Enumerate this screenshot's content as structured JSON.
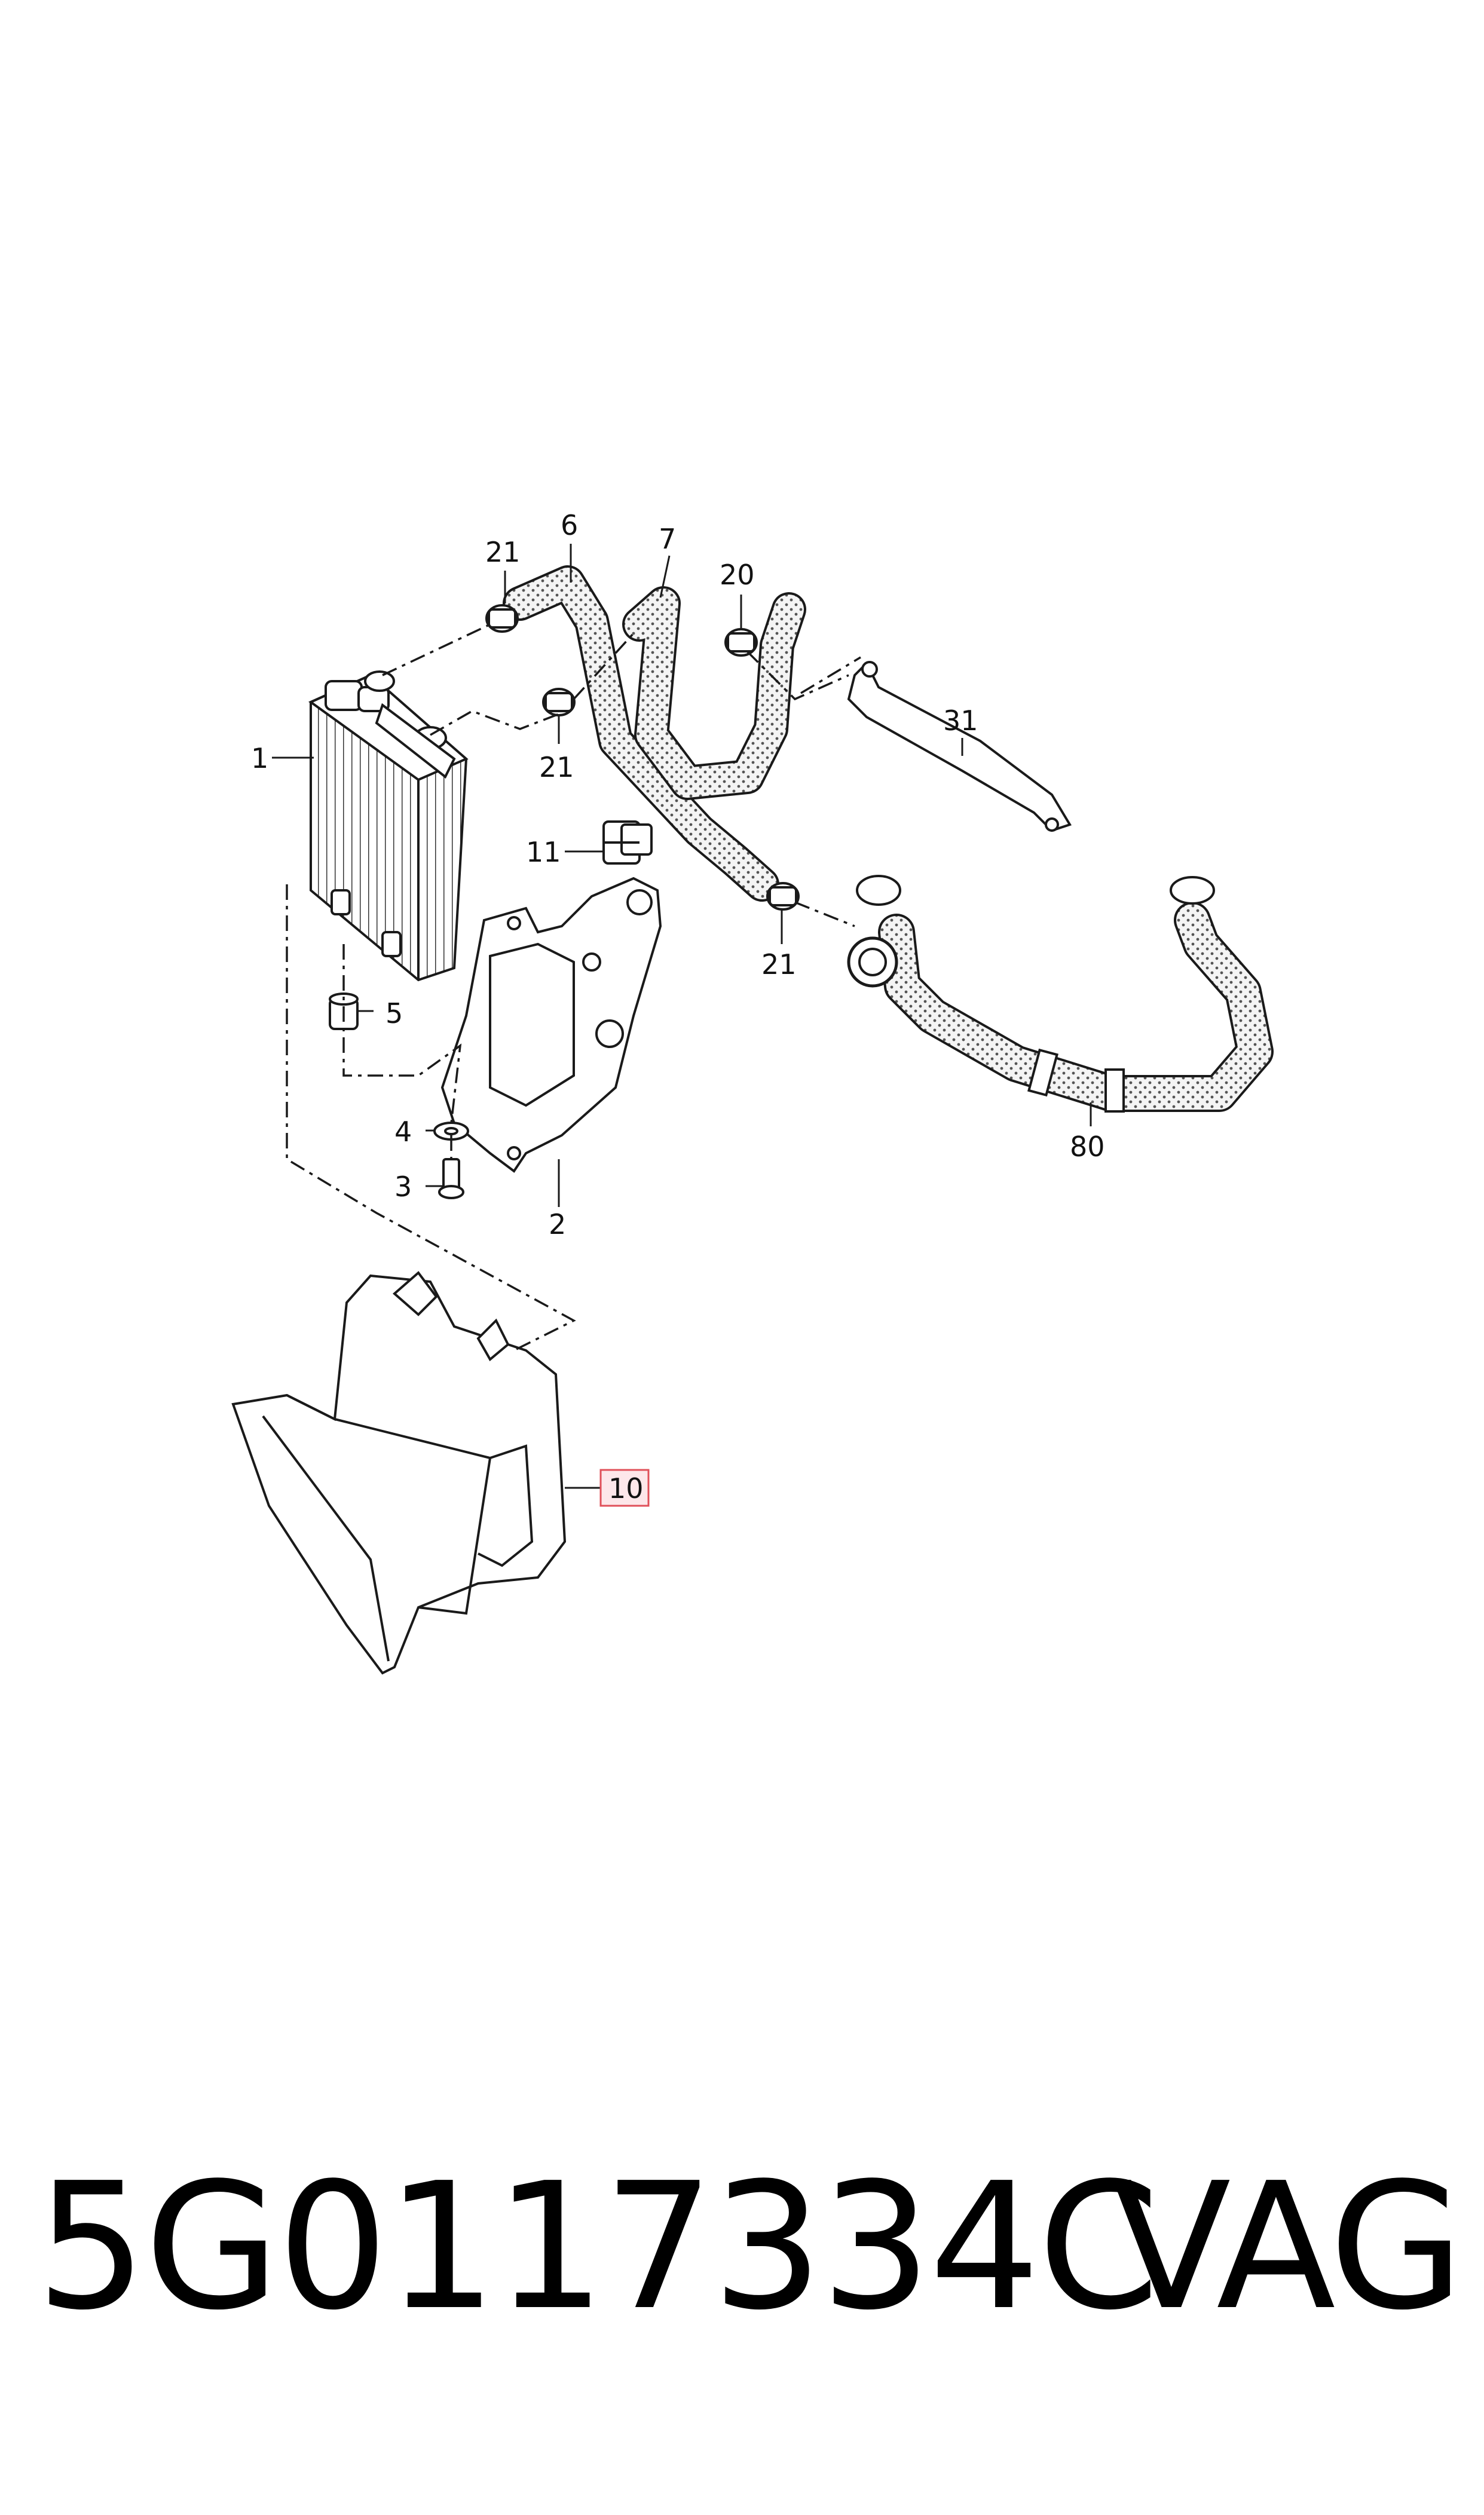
{
  "diagram": {
    "callouts": {
      "c1": "1",
      "c2": "2",
      "c3": "3",
      "c4": "4",
      "c5": "5",
      "c6": "6",
      "c7": "7",
      "c10": "10",
      "c11": "11",
      "c20": "20",
      "c21a": "21",
      "c21b": "21",
      "c21c": "21",
      "c31": "31",
      "c80": "80"
    },
    "highlight_color": "#e0505a",
    "highlight_fill": "#fde7ea",
    "line_color": "#1a1a1a",
    "hose_fill": "#f2f2f2"
  },
  "footer": {
    "part_number": "5G0117334C",
    "brand": "VAG"
  }
}
